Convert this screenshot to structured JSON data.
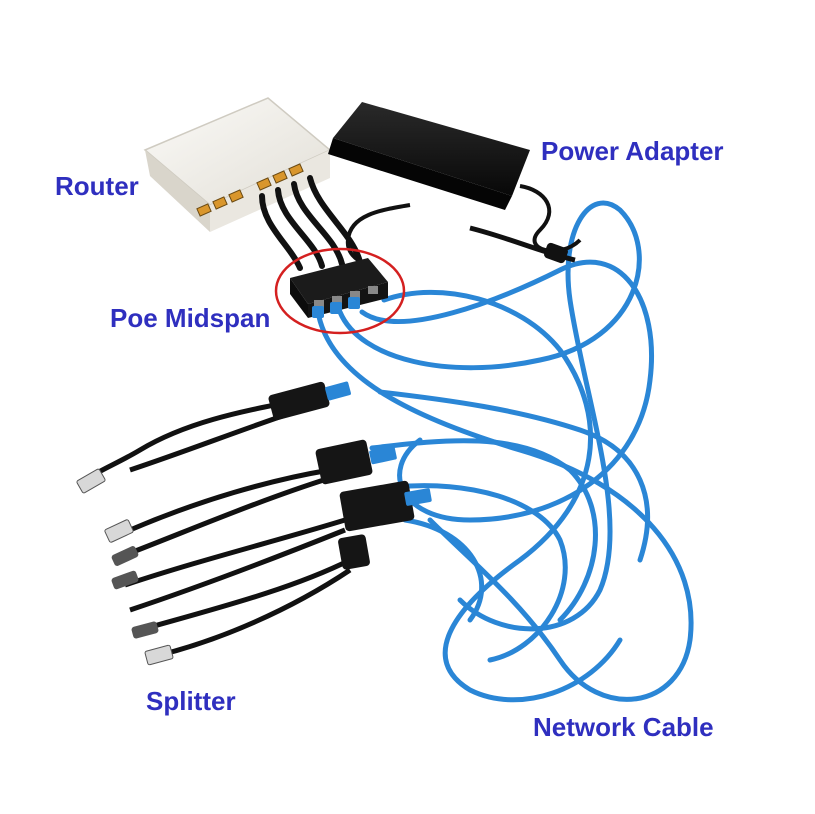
{
  "labels": {
    "router": "Router",
    "power_adapter": "Power Adapter",
    "poe_midspan": "Poe Midspan",
    "splitter": "Splitter",
    "network_cable": "Network Cable"
  },
  "colors": {
    "label_text": "#2f2fbf",
    "highlight_ring": "#d42020",
    "cable_blue": "#2a86d6",
    "cable_black": "#111111",
    "router_body": "#f1efe9"
  }
}
